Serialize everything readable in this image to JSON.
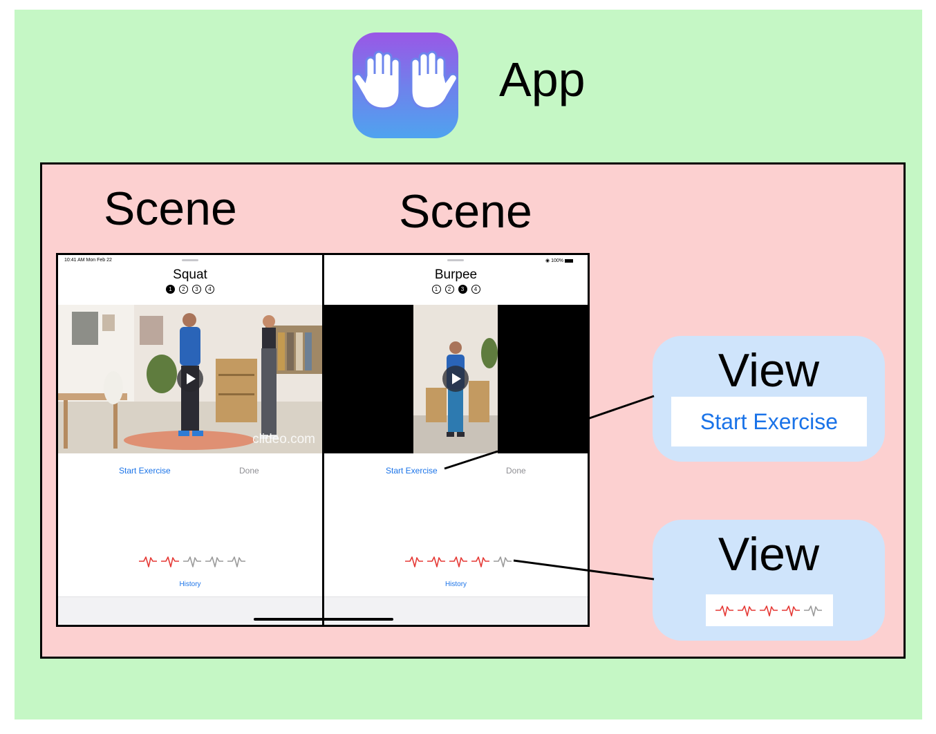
{
  "app": {
    "label": "App",
    "icon": "raised-hands-icon"
  },
  "scenes": [
    {
      "label": "Scene",
      "status_left": "10:41 AM   Mon Feb 22",
      "title": "Squat",
      "steps": [
        "1",
        "2",
        "3",
        "4"
      ],
      "active_step": 1,
      "watermark": "clideo.com",
      "start_label": "Start Exercise",
      "done_label": "Done",
      "history_label": "History",
      "heart_filled": 2,
      "heart_total": 5
    },
    {
      "label": "Scene",
      "status_right": "100%",
      "title": "Burpee",
      "steps": [
        "1",
        "2",
        "3",
        "4"
      ],
      "active_step": 3,
      "start_label": "Start Exercise",
      "done_label": "Done",
      "history_label": "History",
      "heart_filled": 4,
      "heart_total": 5
    }
  ],
  "callouts": [
    {
      "label": "View",
      "content": "Start Exercise"
    },
    {
      "label": "View",
      "heart_filled": 4,
      "heart_total": 5
    }
  ],
  "colors": {
    "background": "#c5f7c5",
    "scene_fill": "#fcd0d0",
    "callout_fill": "#cfe4fb",
    "link": "#1a73e8",
    "heart_on": "#e53935",
    "heart_off": "#9a9a9a"
  }
}
